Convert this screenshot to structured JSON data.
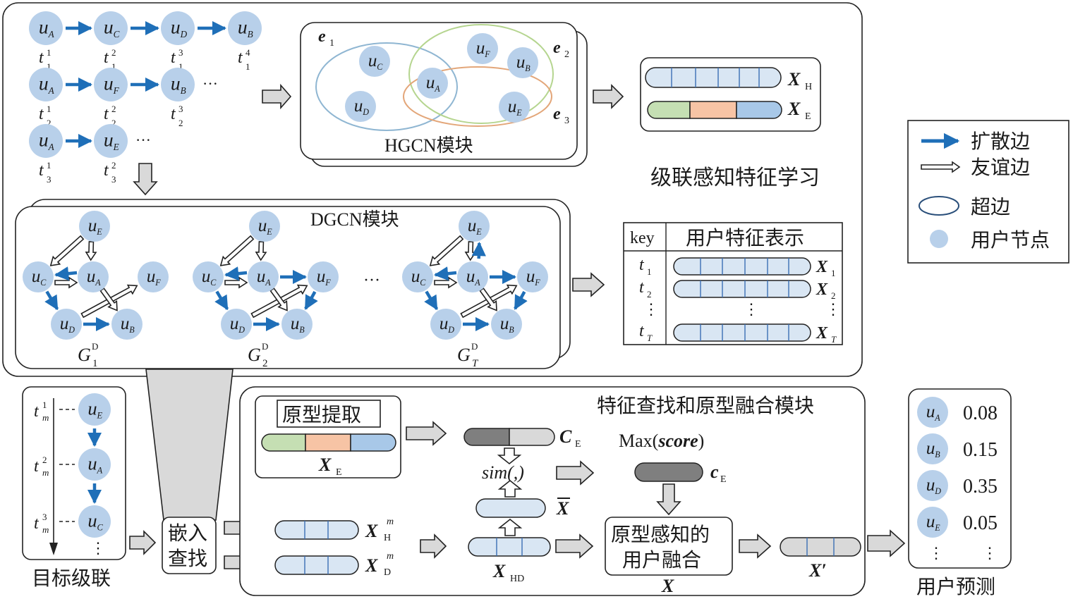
{
  "colors": {
    "node": "#b8d0ea",
    "diffusion": "#1f6fb8",
    "hyper_e1": "#8fb6d2",
    "hyper_e2": "#b5d58f",
    "hyper_e3": "#e3a679",
    "green": "#c5dfb3",
    "orange": "#f7c4a5",
    "blue": "#a8c8e8",
    "grey_dark": "#7f7f7f",
    "grey_light": "#d9d9d9"
  },
  "cascades": [
    {
      "users": [
        "A",
        "C",
        "D",
        "B"
      ],
      "times": [
        [
          "1",
          "1"
        ],
        [
          "1",
          "2"
        ],
        [
          "1",
          "3"
        ],
        [
          "1",
          "4"
        ]
      ],
      "ellipsis": false
    },
    {
      "users": [
        "A",
        "F",
        "B"
      ],
      "times": [
        [
          "2",
          "1"
        ],
        [
          "2",
          "2"
        ],
        [
          "2",
          "3"
        ]
      ],
      "ellipsis": true
    },
    {
      "users": [
        "A",
        "E"
      ],
      "times": [
        [
          "3",
          "1"
        ],
        [
          "3",
          "2"
        ]
      ],
      "ellipsis": true
    }
  ],
  "hgcn": {
    "label": "HGCN模块",
    "edges": [
      {
        "letter": "e",
        "sub": "1"
      },
      {
        "letter": "e",
        "sub": "2"
      },
      {
        "letter": "e",
        "sub": "3"
      }
    ],
    "nodes": [
      "C",
      "A",
      "D",
      "F",
      "B",
      "E"
    ]
  },
  "outputs_h": {
    "xh": "X",
    "xh_sub": "H",
    "xe": "X",
    "xe_sub": "E"
  },
  "section_label": "级联感知特征学习",
  "dgcn": {
    "label": "DGCN模块",
    "ellipsis": "···",
    "graphs": [
      {
        "g": "G",
        "sub": "1",
        "sup": "D"
      },
      {
        "g": "G",
        "sub": "2",
        "sup": "D"
      },
      {
        "g": "G",
        "sub": "T",
        "sup": "D"
      }
    ]
  },
  "user_table": {
    "col_key": "key",
    "col_repr": "用户特征表示",
    "rows": [
      {
        "t": "t",
        "t_sub": "1",
        "x": "X",
        "x_sub": "1"
      },
      {
        "t": "t",
        "t_sub": "2",
        "x": "X",
        "x_sub": "2"
      },
      {
        "t": "t",
        "t_sub": "T",
        "x": "X",
        "x_sub": "T"
      }
    ],
    "vdots": "⋮"
  },
  "legend": {
    "diffusion": "扩散边",
    "friend": "友谊边",
    "hyperedge": "超边",
    "user_node": "用户节点"
  },
  "target": {
    "label": "目标级联",
    "items": [
      {
        "t_sub": "m",
        "t_sup": "1",
        "user": "E"
      },
      {
        "t_sub": "m",
        "t_sup": "2",
        "user": "A"
      },
      {
        "t_sub": "m",
        "t_sup": "3",
        "user": "C"
      }
    ],
    "vdots": "⋮"
  },
  "embed": {
    "line1": "嵌入",
    "line2": "查找"
  },
  "fusion_module": {
    "label": "特征查找和原型融合模块",
    "proto_label": "原型提取",
    "xe": "X",
    "xe_sub": "E",
    "ce": "C",
    "ce_sub": "E",
    "sim": "sim(,)",
    "xbar": "X",
    "xhm": "X",
    "xhm_sub": "H",
    "xhm_sup": "m",
    "xdm": "X",
    "xdm_sub": "D",
    "xdm_sup": "m",
    "xhd": "X",
    "xhd_sub": "HD",
    "max_prefix": "Max(",
    "max_score": "score",
    "max_suffix": ")",
    "cE": "c",
    "cE_sub": "E",
    "fuse_line1": "原型感知的",
    "fuse_line2": "用户融合",
    "x_label": "X",
    "xprime": "X′"
  },
  "prediction": {
    "label": "用户预测",
    "items": [
      {
        "user": "A",
        "score": "0.08"
      },
      {
        "user": "B",
        "score": "0.15"
      },
      {
        "user": "D",
        "score": "0.35"
      },
      {
        "user": "E",
        "score": "0.05"
      }
    ],
    "vdots": "⋮"
  }
}
